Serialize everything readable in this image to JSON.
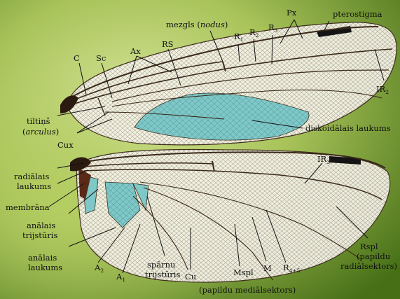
{
  "colors": {
    "bg_light": "#c8dc7a",
    "bg_dark": "#4f7a1c",
    "wing_membrane": "#f3f1ea",
    "vein": "#3a2a1a",
    "cell_highlight": "#7cc9c9",
    "pterostigma": "#141414",
    "thorax": "#2a1a10"
  },
  "labels": {
    "c": "C",
    "sc": "Sc",
    "ax": "Ax",
    "rs": "RS",
    "mezgls": "mezgls (",
    "nodus": "nodus",
    "mezgls_close": ")",
    "r": "R",
    "r1_sub": "1",
    "r2_sub": "2",
    "r3_sub": "3",
    "px": "Px",
    "pterostigma": "pterostigma",
    "ir": "IR",
    "ir2_sub": "2",
    "ir3_sub": "3",
    "tiltins": "tiltiņš",
    "arculus_open": "(",
    "arculus": "arculus",
    "arculus_close": ")",
    "cux": "Cux",
    "diskoidalais": "diskoidālais laukums",
    "radialais_1": "radiālais",
    "radialais_2": "laukums",
    "membrana": "membrāna",
    "analais_trijsturis_1": "anālais",
    "analais_trijsturis_2": "trijstūris",
    "analais_laukums_1": "anālais",
    "analais_laukums_2": "laukums",
    "a": "A",
    "a2_sub": "2",
    "a1_sub": "1",
    "sparnu_1": "spārnu",
    "sparnu_2": "trijstūris",
    "cu": "Cu",
    "mspl_1": "Mspl",
    "mspl_2": "(papildu mediālsektors)",
    "m": "M",
    "r45_sub": "4+5",
    "rspl_1": "Rspl",
    "rspl_2": "(papildu",
    "rspl_3": "radiālsektors)"
  }
}
